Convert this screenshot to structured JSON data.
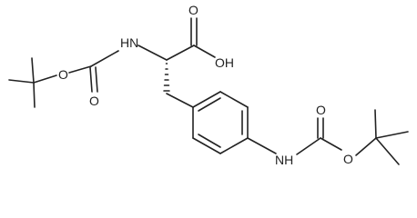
{
  "atom_labels": {
    "amino_nh": "HN",
    "carboxyl_o": "O",
    "carboxyl_oh": "OH",
    "alpha_boc_carbonyl_o": "O",
    "alpha_boc_ester_o": "O",
    "aryl_nh": "NH",
    "aryl_boc_carbonyl_o": "O",
    "aryl_boc_ester_o": "O"
  },
  "colors": {
    "bond": "#222222",
    "label": "#222222",
    "background": "#ffffff"
  }
}
